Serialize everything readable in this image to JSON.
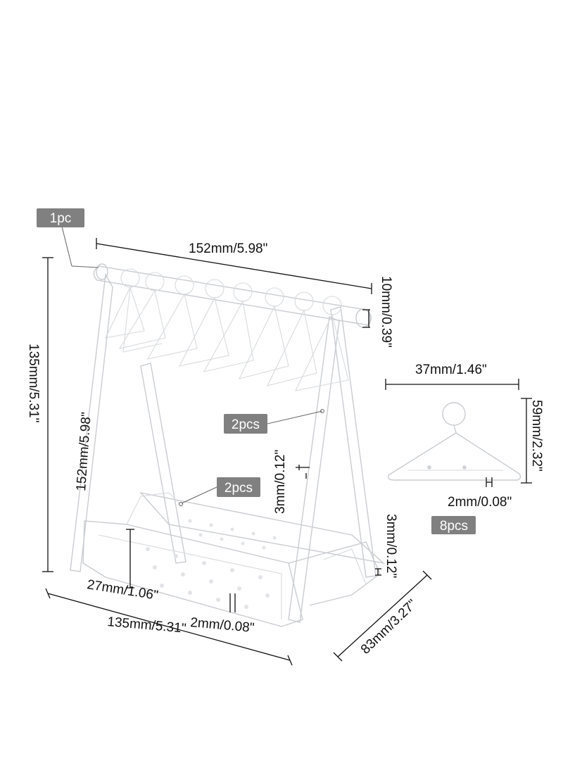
{
  "badges": {
    "stand": "1pc",
    "sides": "2pcs",
    "base": "2pcs",
    "hangers": "8pcs"
  },
  "dimensions": {
    "rod_length": "152mm/5.98\"",
    "rod_diameter": "10mm/0.39\"",
    "total_height": "135mm/5.31\"",
    "leg_length": "152mm/5.98\"",
    "side_thickness": "3mm/0.12\"",
    "base_thickness": "3mm/0.12\"",
    "base_height": "27mm/1.06\"",
    "hole_diameter": "2mm/0.08\"",
    "base_length": "135mm/5.31\"",
    "base_depth": "83mm/3.27\"",
    "hanger_width": "37mm/1.46\"",
    "hanger_height": "59mm/2.32\"",
    "hanger_hole": "2mm/0.08\""
  }
}
